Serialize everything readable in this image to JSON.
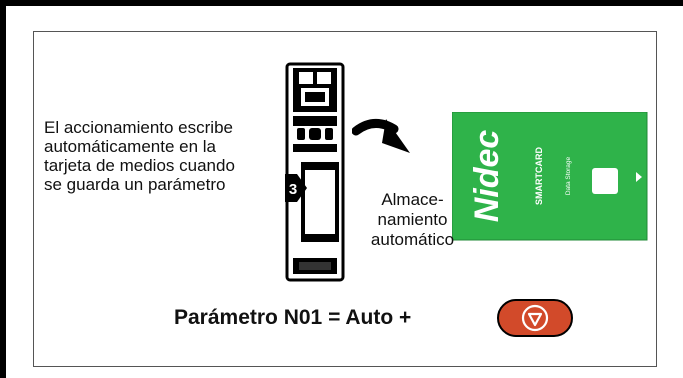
{
  "description": {
    "lines": [
      "El accionamiento escribe",
      "automáticamente en la",
      "tarjeta de medios cuando",
      "se guarda un parámetro"
    ]
  },
  "storage_label": {
    "lines": [
      "Almace-",
      "namiento",
      "automático"
    ]
  },
  "drive": {
    "callout_number": "3"
  },
  "card": {
    "brand": "Nidec",
    "product": "SMARTCARD",
    "caption": "Data Storage"
  },
  "formula": {
    "text": "Parámetro N01 = Auto +"
  },
  "colors": {
    "card_green": "#2fb34a",
    "stop_button": "#d24a2a",
    "frame": "#000000"
  },
  "icons": {
    "stop_button": "stop-octagon-icon",
    "arrow": "curved-arrow-icon"
  }
}
